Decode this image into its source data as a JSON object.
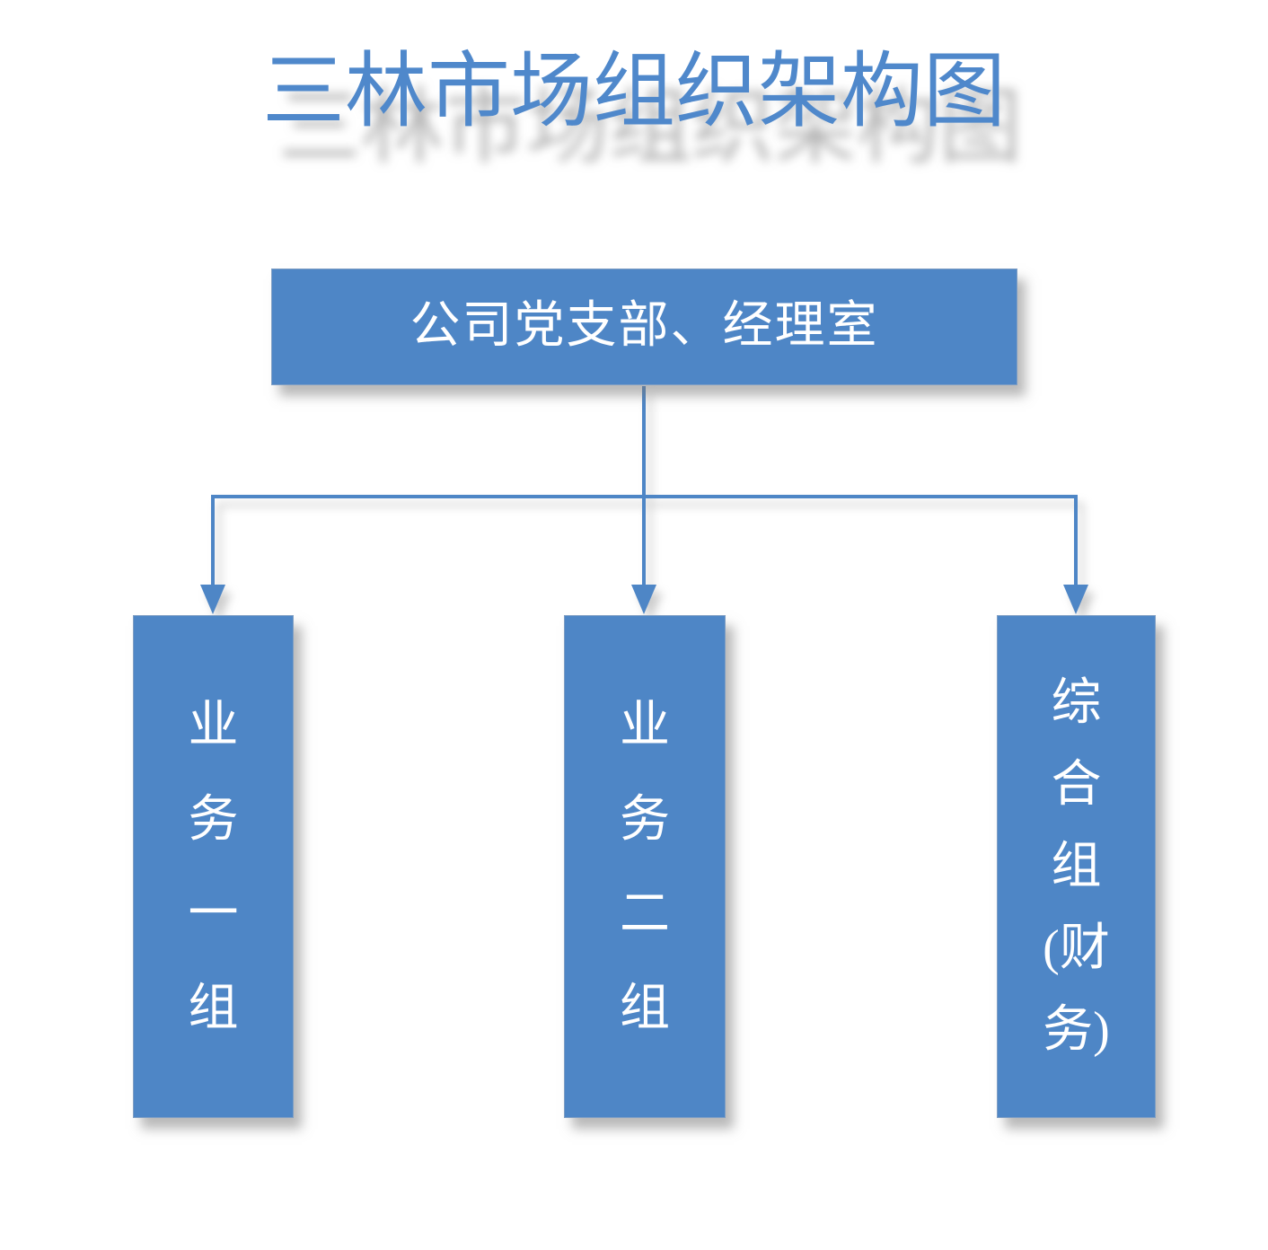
{
  "title": {
    "text": "三林市场组织架构图"
  },
  "org": {
    "root": {
      "label": "公司党支部、经理室"
    },
    "groups": [
      {
        "label": "业务一组",
        "lines": [
          "业",
          "务",
          "一",
          "组"
        ]
      },
      {
        "label": "业务二组",
        "lines": [
          "业",
          "务",
          "二",
          "组"
        ]
      },
      {
        "label": "综合组(财务)",
        "lines": [
          "综",
          "合",
          "组",
          "(财",
          "务)"
        ]
      }
    ]
  },
  "colors": {
    "node_fill": "#4e86c6",
    "node_text": "#ffffff",
    "connector": "#4e86c6",
    "title_text": "#4f88cb",
    "shadow_gray": "#787878",
    "background": "#ffffff"
  }
}
